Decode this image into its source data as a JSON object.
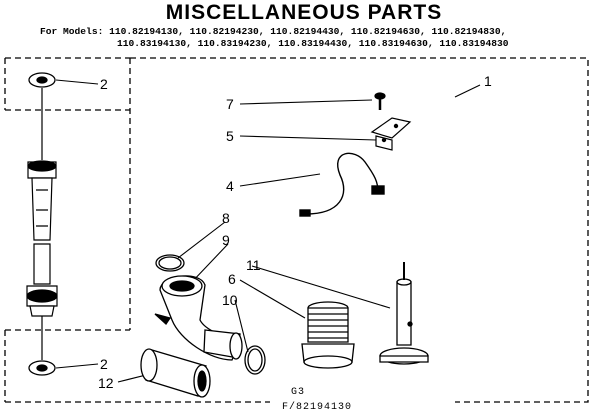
{
  "title": "MISCELLANEOUS PARTS",
  "models": {
    "line1": "For Models: 110.82194130, 110.82194230, 110.82194430, 110.82194630, 110.82194830,",
    "line2": "110.83194130, 110.83194230, 110.83194430, 110.83194630, 110.83194830"
  },
  "callouts": {
    "c1": "1",
    "c2_top": "2",
    "c2_bottom": "2",
    "c4": "4",
    "c5": "5",
    "c6": "6",
    "c7": "7",
    "c8": "8",
    "c9": "9",
    "c10": "10",
    "c11": "11",
    "c12": "12"
  },
  "footer": {
    "code1": "G3",
    "code2": "F/82194130"
  }
}
